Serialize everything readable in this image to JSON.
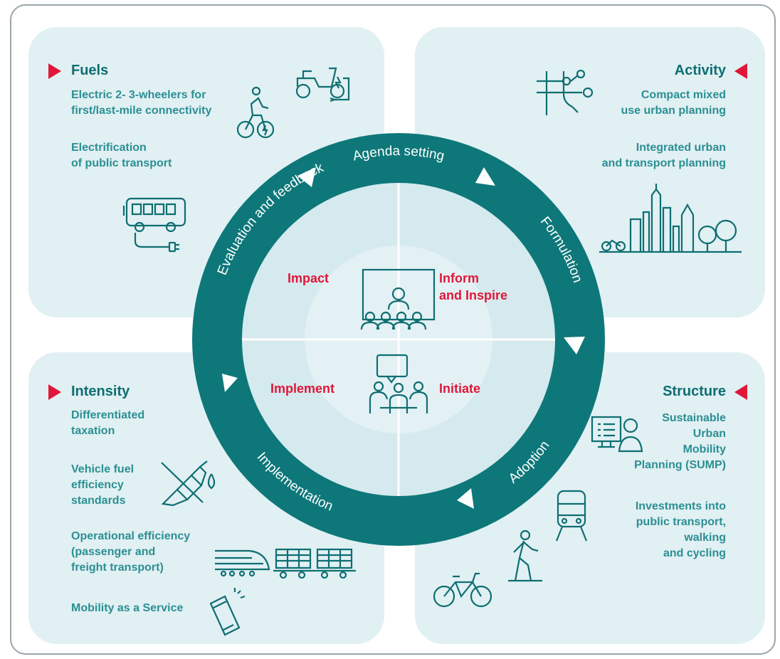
{
  "colors": {
    "teal": "#0e7779",
    "panel": "#e1f0f3",
    "accent": "#e0173a",
    "text": "#2b8f93"
  },
  "fuels": {
    "heading": "Fuels",
    "item1": "Electric 2- 3-wheelers for\nfirst/last-mile connectivity",
    "item2": "Electrification\nof public transport"
  },
  "activity": {
    "heading": "Activity",
    "item1": "Compact mixed\nuse urban planning",
    "item2": "Integrated urban\nand transport planning"
  },
  "intensity": {
    "heading": "Intensity",
    "item1": "Differentiated\ntaxation",
    "item2": "Vehicle fuel\nefficiency\nstandards",
    "item3": "Operational efficiency\n(passenger and\nfreight transport)",
    "item4": "Mobility as a Service"
  },
  "structure": {
    "heading": "Structure",
    "item1": "Sustainable\nUrban\nMobility\nPlanning (SUMP)",
    "item2": "Investments into\npublic transport,\nwalking\nand cycling"
  },
  "cycle": {
    "agenda": "Agenda setting",
    "formulation": "Formulation",
    "adoption": "Adoption",
    "implementation": "Implementation",
    "evaluation": "Evaluation and feedback"
  },
  "center": {
    "impact": "Impact",
    "inform": "Inform\nand Inspire",
    "implement": "Implement",
    "initiate": "Initiate"
  },
  "icons": [
    "scooter-icon",
    "bicycle-electric-icon",
    "bus-icon",
    "transit-map-icon",
    "city-skyline-icon",
    "classroom-icon",
    "meeting-icon",
    "fuel-pump-icon",
    "train-icon",
    "freight-wagon-icon",
    "smartphone-icon",
    "computer-user-icon",
    "tram-icon",
    "pedestrian-icon",
    "bicycle-icon"
  ]
}
